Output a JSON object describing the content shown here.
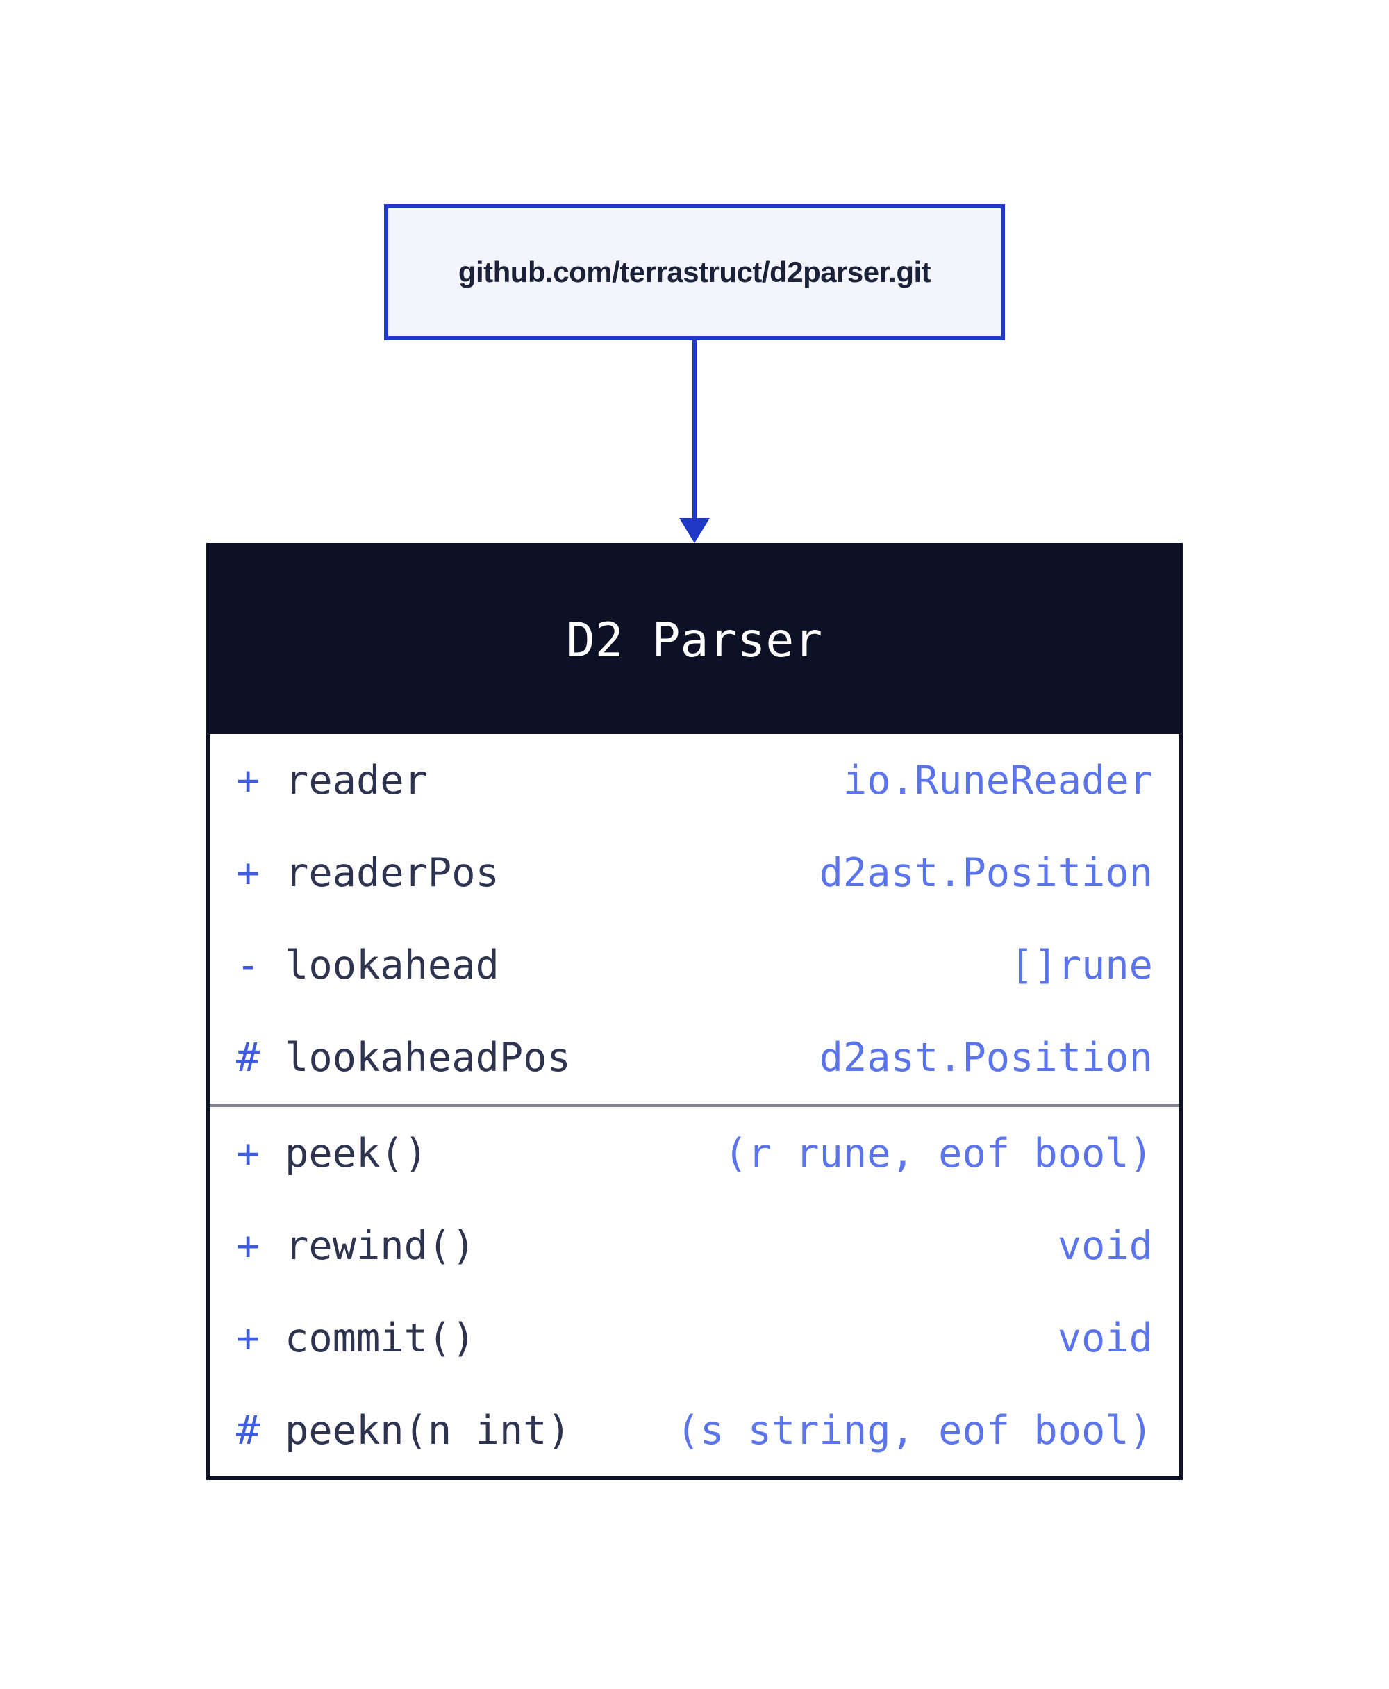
{
  "colors": {
    "page-bg": "#ffffff",
    "accent-blue": "#2138c7",
    "dark-navy": "#0d1126",
    "repo-fill": "#f4f5fb",
    "repo-text": "#1a2138",
    "sign-blue": "#3f5cde",
    "name-color": "#2e3450",
    "type-blue": "#5b74ea",
    "divider-gray": "#82858f"
  },
  "repo_box": {
    "label": "github.com/terrastruct/d2parser.git"
  },
  "connector": {
    "shape": "arrow-down"
  },
  "class_box": {
    "title": "D2 Parser",
    "attributes": [
      {
        "visibility": "+",
        "name": "reader",
        "type": "io.RuneReader"
      },
      {
        "visibility": "+",
        "name": "readerPos",
        "type": "d2ast.Position"
      },
      {
        "visibility": "-",
        "name": "lookahead",
        "type": "[]rune"
      },
      {
        "visibility": "#",
        "name": "lookaheadPos",
        "type": "d2ast.Position"
      }
    ],
    "methods": [
      {
        "visibility": "+",
        "name": "peek()",
        "type": "(r rune, eof bool)"
      },
      {
        "visibility": "+",
        "name": "rewind()",
        "type": "void"
      },
      {
        "visibility": "+",
        "name": "commit()",
        "type": "void"
      },
      {
        "visibility": "#",
        "name": "peekn(n int)",
        "type": "(s string, eof bool)"
      }
    ]
  }
}
